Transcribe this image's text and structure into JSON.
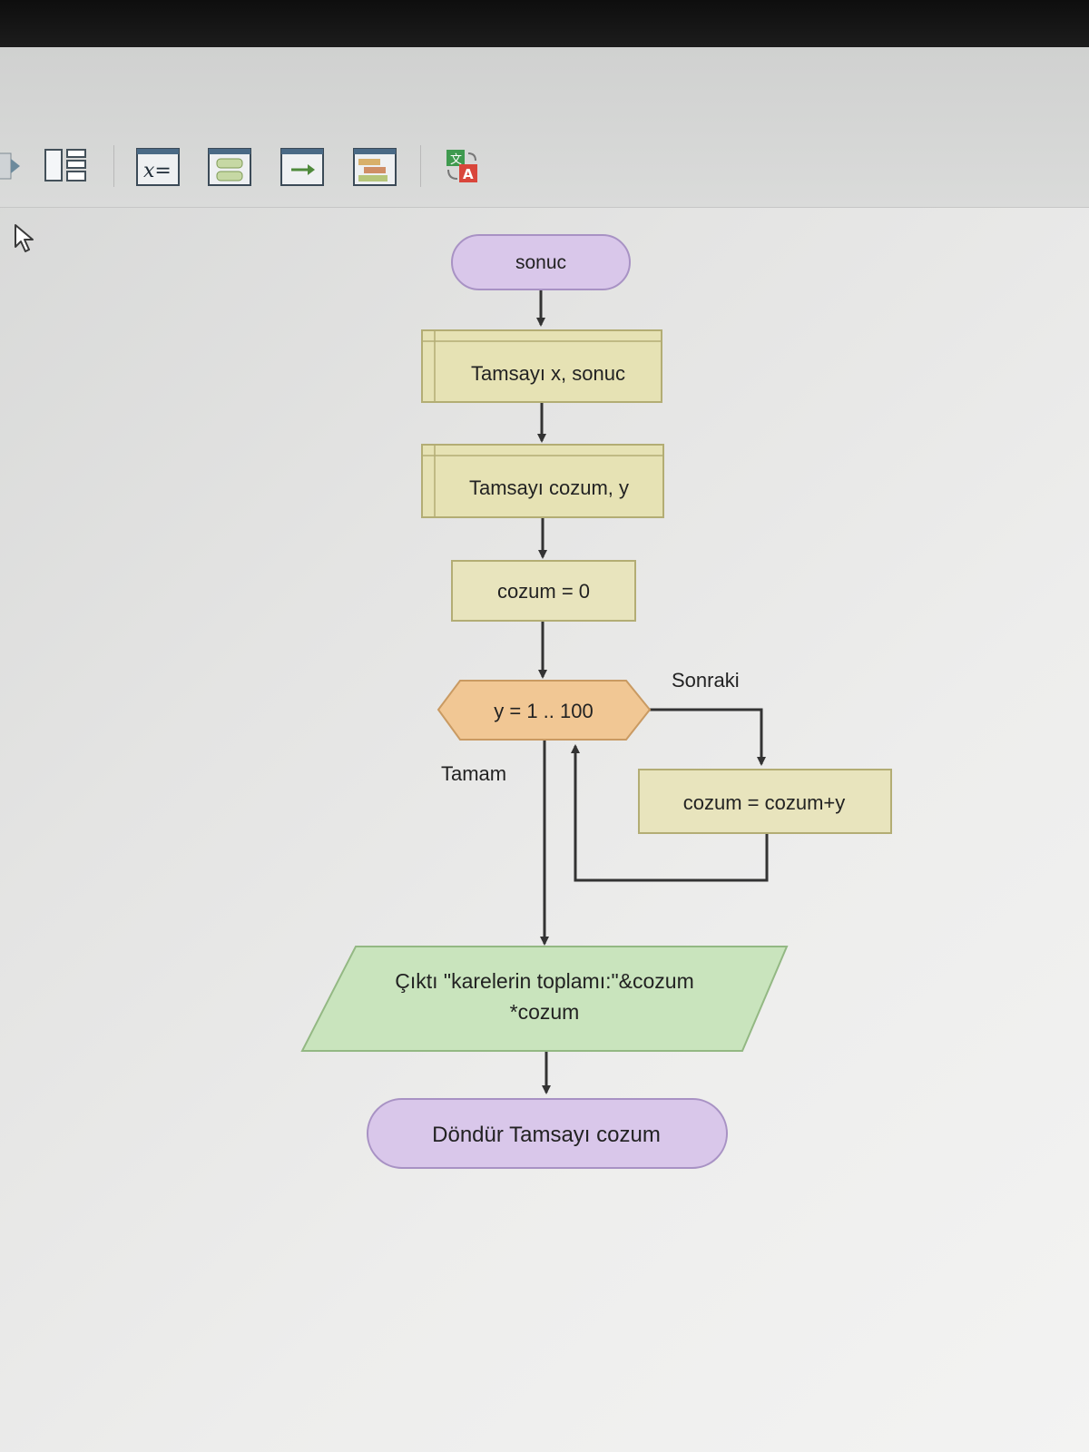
{
  "toolbar": {
    "buttons": [
      {
        "name": "partial-play-button",
        "icon": "play-arrow-icon"
      },
      {
        "name": "layout-view-button",
        "icon": "panel-layout-icon"
      },
      {
        "name": "assign-button",
        "icon": "assign-x-equals-icon",
        "glyph": "x="
      },
      {
        "name": "call-button",
        "icon": "call-block-icon"
      },
      {
        "name": "output-button",
        "icon": "output-arrow-icon"
      },
      {
        "name": "loop-button",
        "icon": "loop-block-icon"
      },
      {
        "name": "translate-button",
        "icon": "translate-icon",
        "glyph": "A"
      }
    ]
  },
  "flowchart": {
    "start": "sonuc",
    "declare1": "Tamsayı x, sonuc",
    "declare2": "Tamsayı cozum, y",
    "assign1": "cozum = 0",
    "loop": "y = 1 .. 100",
    "loop_next_label": "Sonraki",
    "loop_done_label": "Tamam",
    "loop_body": "cozum = cozum+y",
    "output_line1": "Çıktı \"karelerin toplamı:\"&cozum",
    "output_line2": "*cozum",
    "end": "Döndür Tamsayı cozum"
  },
  "colors": {
    "terminal_fill": "#d9c7ea",
    "terminal_stroke": "#a892c4",
    "declare_fill": "#e6e2b4",
    "declare_stroke": "#b3ad74",
    "assign_fill": "#e8e4bd",
    "loop_fill": "#f1c794",
    "loop_stroke": "#c99a62",
    "output_fill": "#c9e4bd",
    "output_stroke": "#93b883",
    "connector": "#333333"
  }
}
